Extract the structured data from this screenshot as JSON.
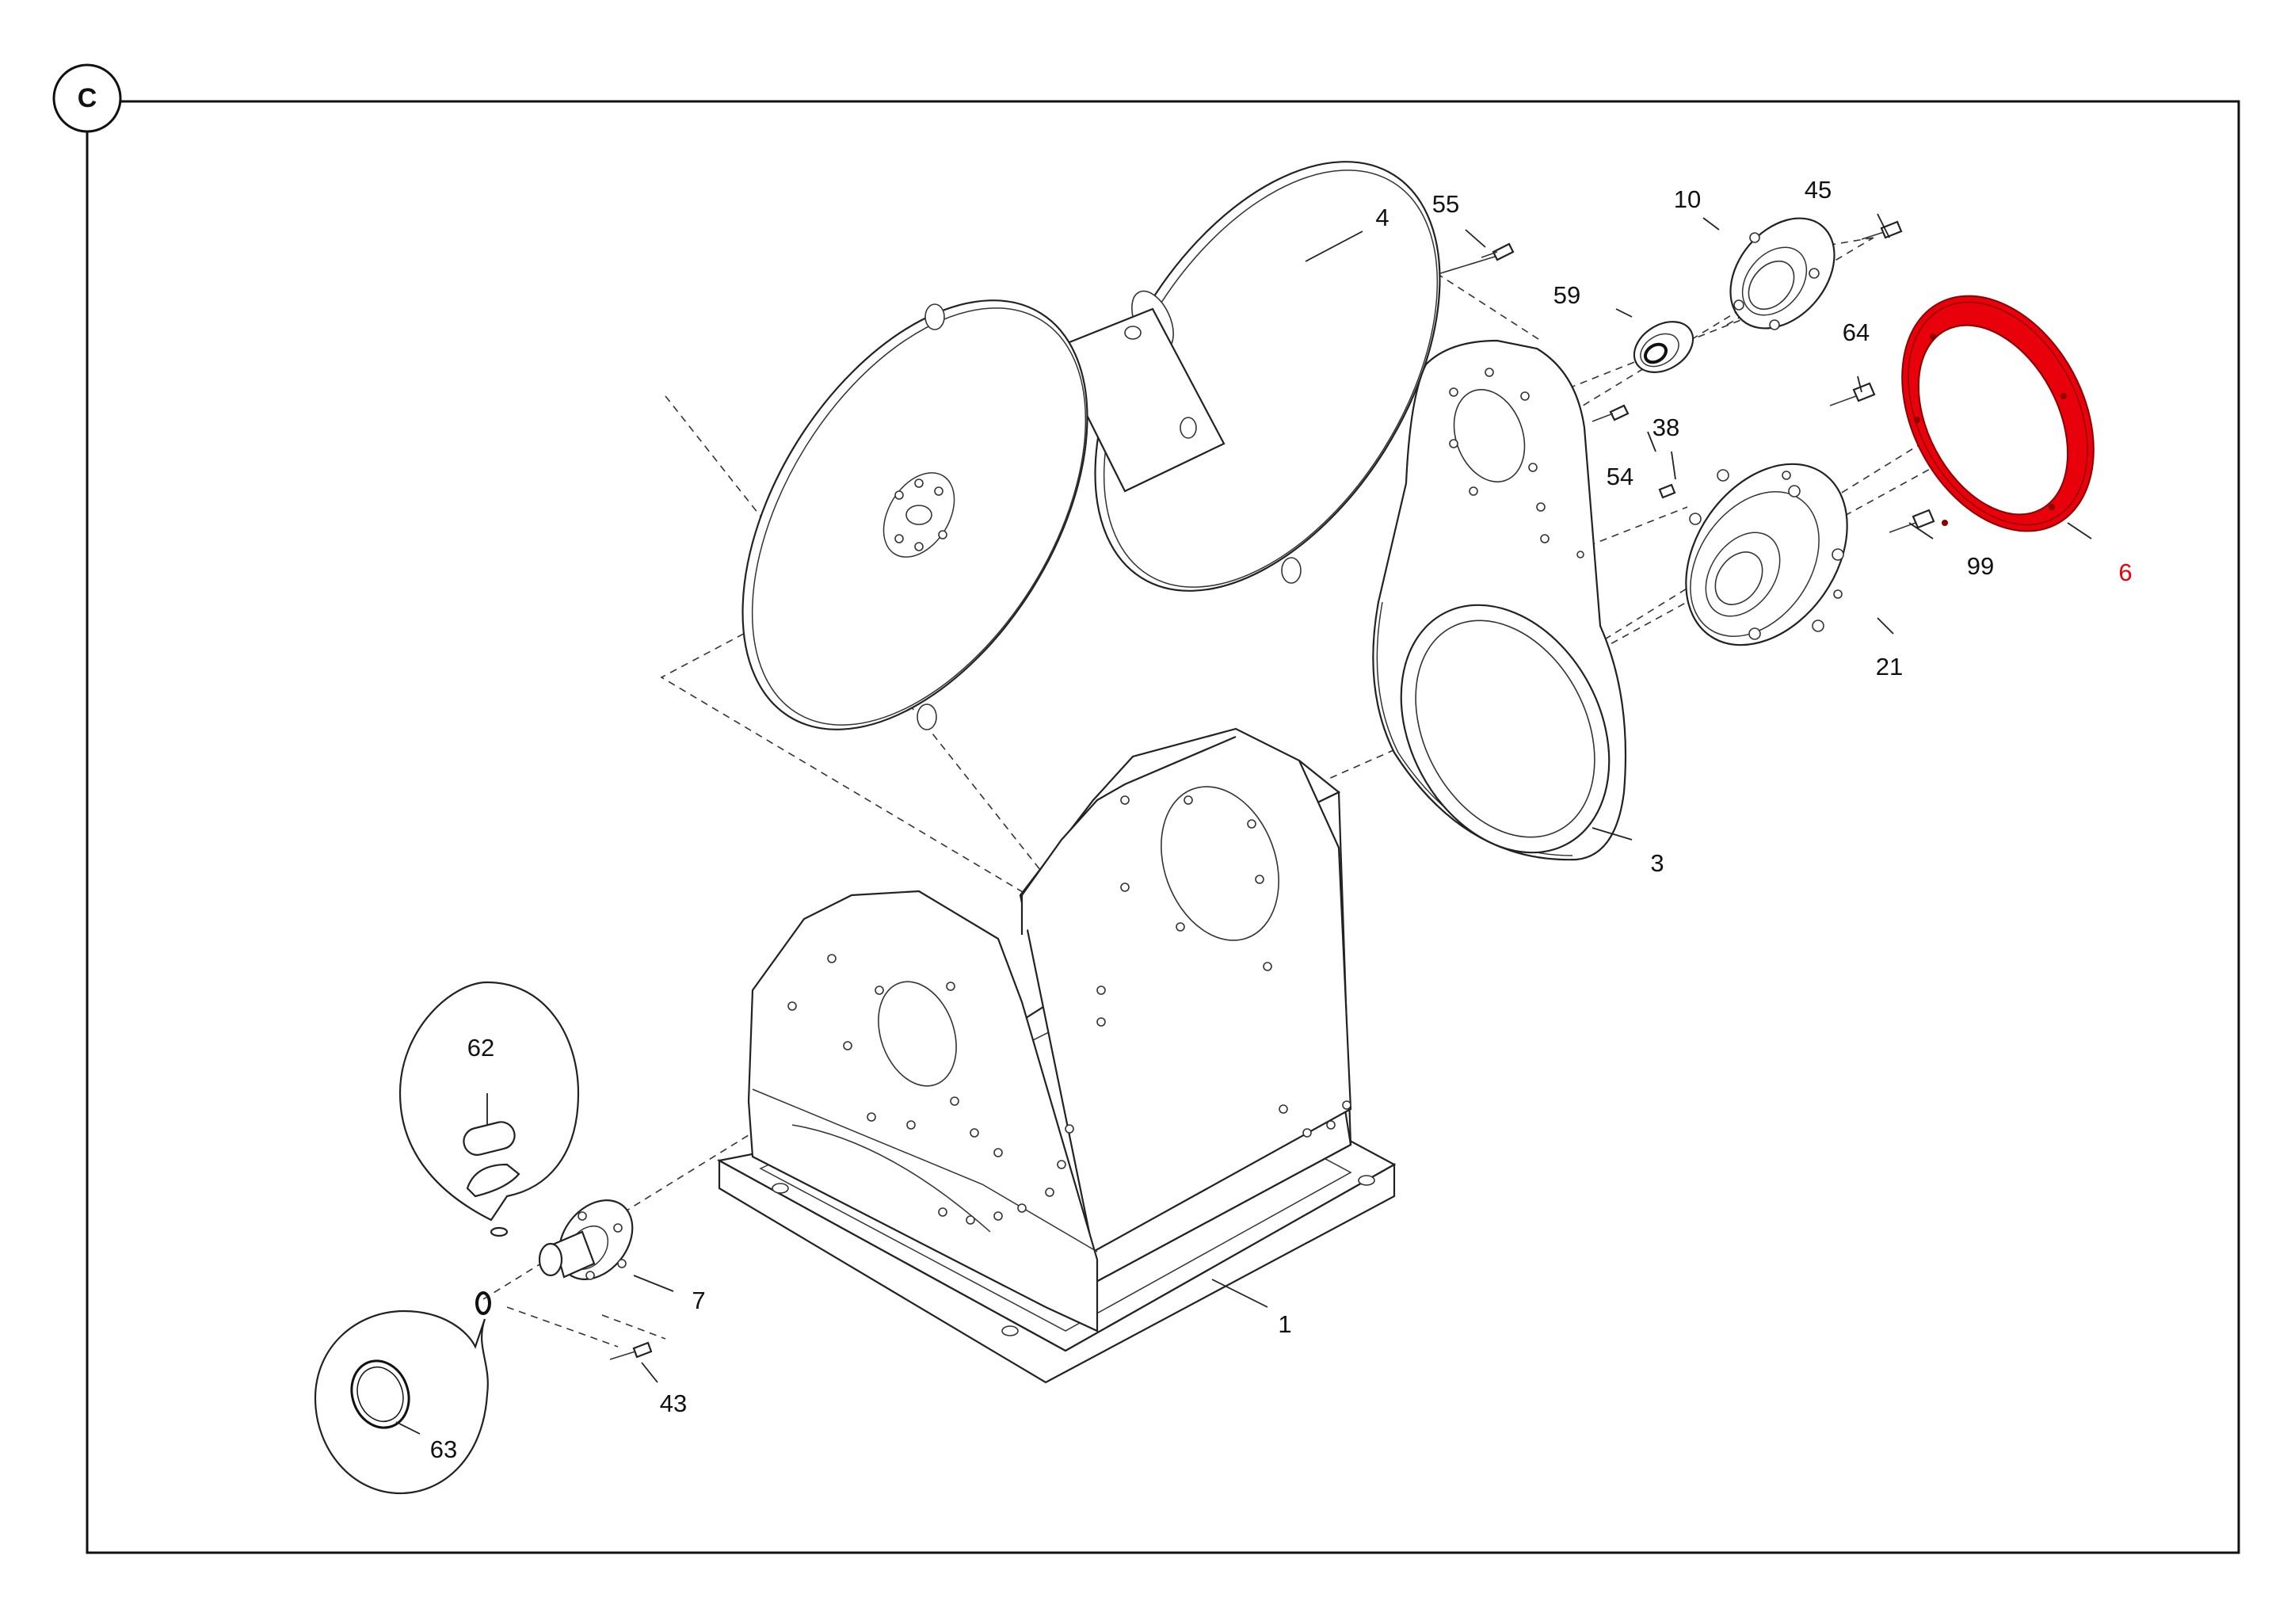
{
  "diagram": {
    "section_letter": "C",
    "highlight_color": "#e8000b",
    "labels": {
      "p1": "1",
      "p3": "3",
      "p4": "4",
      "p6": "6",
      "p7": "7",
      "p10": "10",
      "p21": "21",
      "p38": "38",
      "p43": "43",
      "p45": "45",
      "p54": "54",
      "p55": "55",
      "p59": "59",
      "p62": "62",
      "p63": "63",
      "p64": "64",
      "p99": "99"
    },
    "highlighted_part": "6"
  }
}
